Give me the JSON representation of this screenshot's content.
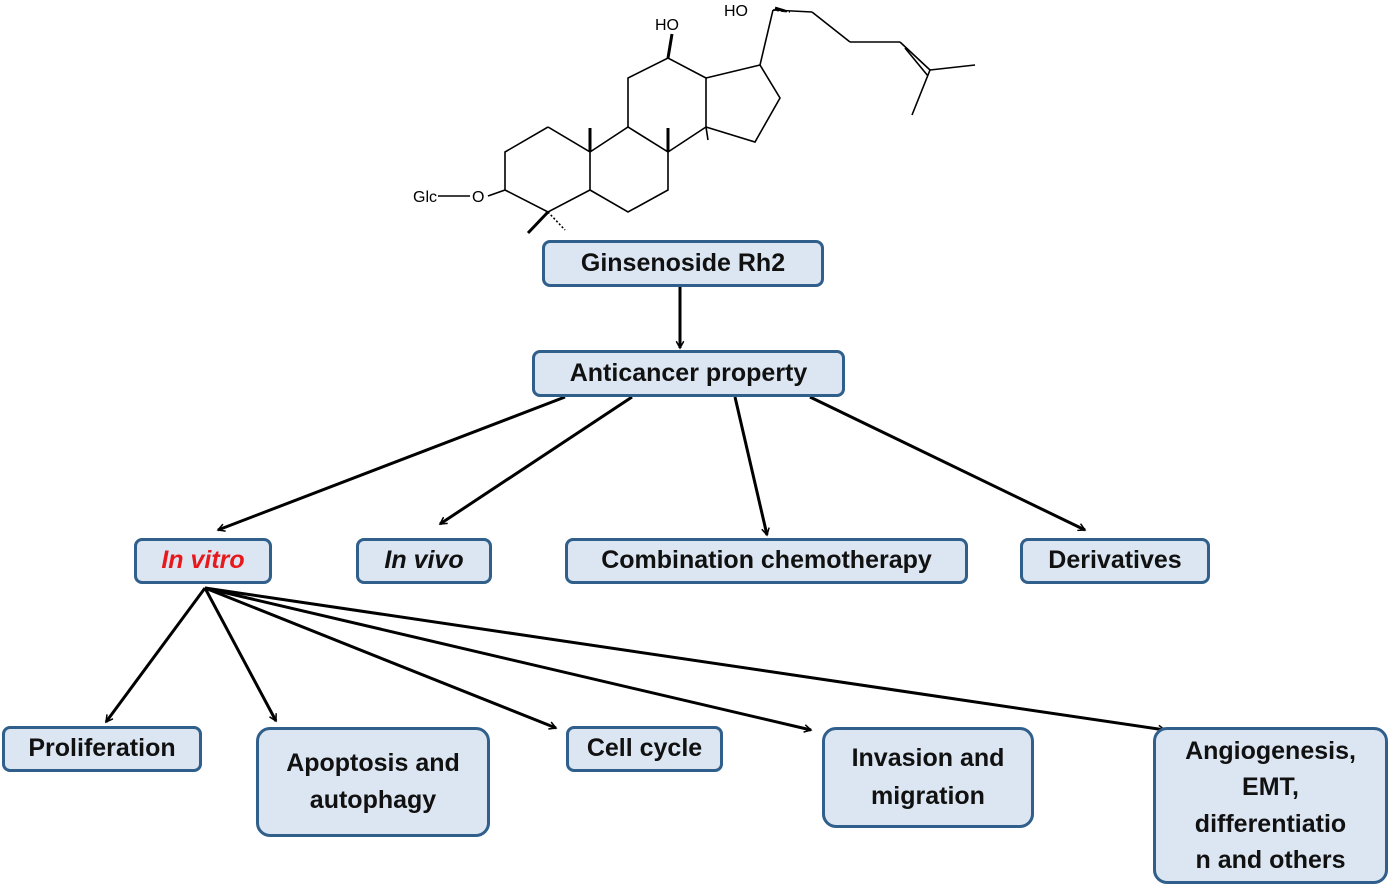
{
  "molecule": {
    "hydroxyl_label_1": "HO",
    "hydroxyl_label_2": "HO",
    "glc_label": "Glc",
    "oxygen_label": "O"
  },
  "nodes": {
    "root": "Ginsenoside Rh2",
    "anticancer": "Anticancer property",
    "in_vitro": "In vitro",
    "in_vivo": "In vivo",
    "combination": "Combination chemotherapy",
    "derivatives": "Derivatives",
    "proliferation": "Proliferation",
    "apoptosis_1": "Apoptosis and",
    "apoptosis_2": "autophagy",
    "cell_cycle": "Cell cycle",
    "invasion_1": "Invasion and",
    "invasion_2": "migration",
    "angio_1": "Angiogenesis,",
    "angio_2": "EMT,",
    "angio_3": "differentiatio",
    "angio_4": "n and others"
  },
  "colors": {
    "box_fill": "#dce6f2",
    "box_border": "#2f5f8a",
    "highlight_text": "#e8191c"
  }
}
